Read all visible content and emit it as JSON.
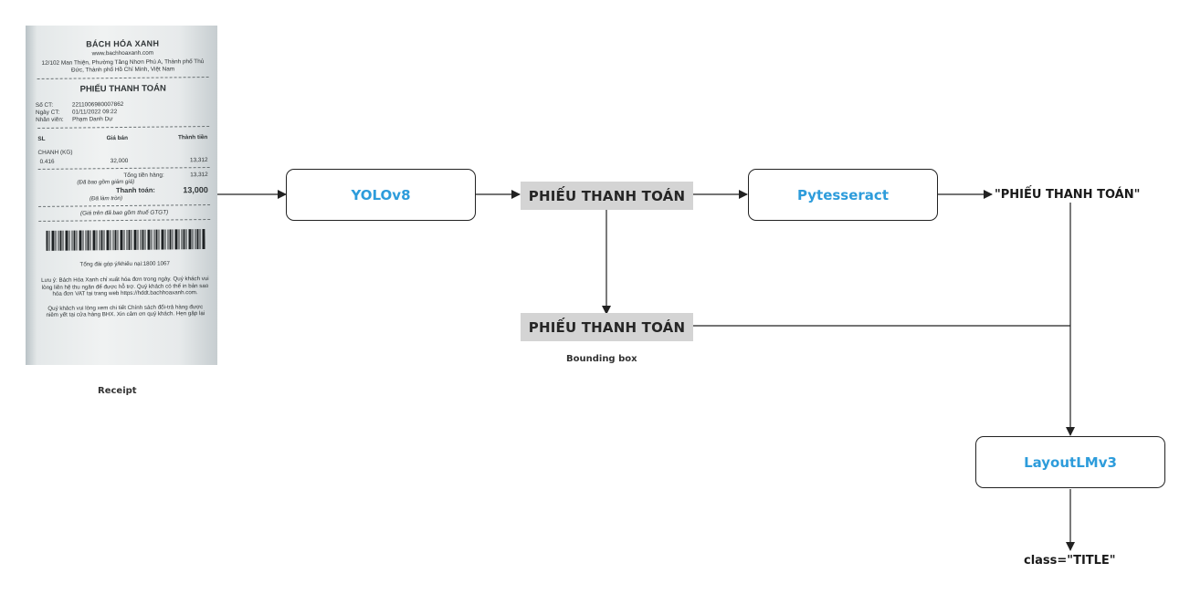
{
  "receipt": {
    "store": "BÁCH HÓA XANH",
    "website": "www.bachhoaxanh.com",
    "address": "12/102 Man Thiện, Phường Tăng Nhơn Phú A, Thành phố Thủ Đức, Thành phố Hồ Chí Minh, Việt Nam",
    "title": "PHIẾU THANH TOÁN",
    "meta": [
      {
        "key": "Số CT:",
        "value": "2211006980007862"
      },
      {
        "key": "Ngày CT:",
        "value": "01/11/2022 09:22"
      },
      {
        "key": "Nhân viên:",
        "value": "Phạm Danh Dự"
      }
    ],
    "headers": {
      "qty": "SL",
      "price": "Giá bán",
      "total": "Thành tiền"
    },
    "item_name": "CHANH (KG)",
    "item_qty": "0.416",
    "item_price": "32,000",
    "item_total": "13,312",
    "sum_label": "Tổng tiền hàng:",
    "sum_value": "13,312",
    "sum_note": "(Đã bao gồm giảm giá)",
    "pay_label": "Thanh toán:",
    "pay_value": "13,000",
    "pay_note": "(Đã làm tròn)",
    "vat_note": "(Giá trên đã bao gồm thuế GTGT)",
    "hotline": "Tổng đài góp ý/khiếu nại:1800 1067",
    "notice": "Lưu ý: Bách Hóa Xanh chỉ xuất hóa đơn trong ngày. Quý khách vui lòng liên hệ thu ngân để được hỗ trợ. Quý khách có thể in bản sao hóa đơn VAT tại trang web https://hddt.bachhoaxanh.com.",
    "notice2": "Quý khách vui lòng xem chi tiết Chính sách đổi-trả hàng được niêm yết tại cửa hàng BHX. Xin cảm ơn quý khách. Hẹn gặp lại"
  },
  "labels": {
    "receipt_caption": "Receipt",
    "bbox_caption": "Bounding box",
    "yolo": "YOLOv8",
    "pytesseract": "Pytesseract",
    "layoutlm": "LayoutLMv3",
    "crop_text": "PHIẾU THANH TOÁN",
    "ocr_output": "\"PHIẾU THANH TOÁN\"",
    "class_output": "class=\"TITLE\""
  },
  "colors": {
    "model_text": "#2d9cdb",
    "arrow": "#222222",
    "crop_bg": "#d4d4d4"
  }
}
